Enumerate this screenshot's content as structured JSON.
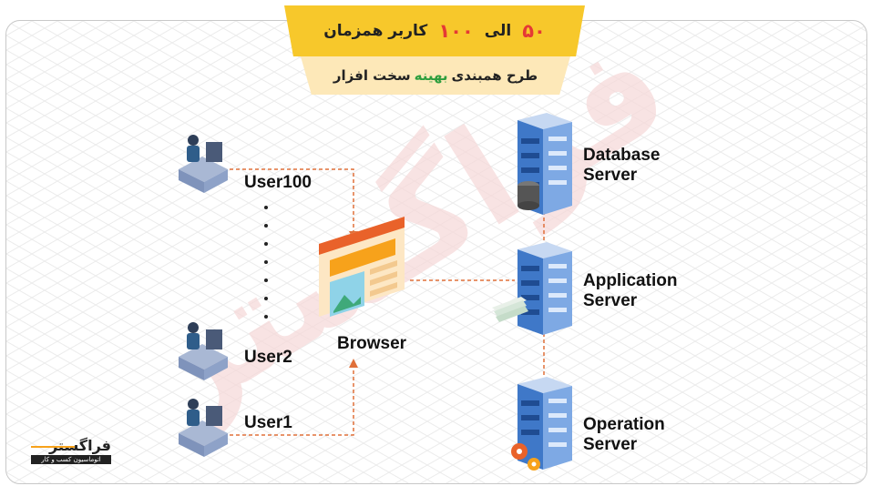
{
  "header": {
    "range_from": "۵۰",
    "connector": "الی",
    "range_to": "۱۰۰",
    "users_text": "کاربر همزمان",
    "subtitle_before": "طرح همبندی",
    "subtitle_highlight": "بهینه",
    "subtitle_after": "سخت افزار",
    "colors": {
      "banner": "#f7c82b",
      "subbanner": "#fde8b8",
      "number": "#e53935",
      "highlight": "#2e9e3e"
    }
  },
  "users": [
    {
      "label": "User100",
      "icon": "user-workstation-icon"
    },
    {
      "label": "User2",
      "icon": "user-workstation-icon"
    },
    {
      "label": "User1",
      "icon": "user-workstation-icon"
    }
  ],
  "browser": {
    "label": "Browser",
    "icon": "browser-window-icon"
  },
  "servers": [
    {
      "label_line1": "Database",
      "label_line2": "Server",
      "icon": "database-server-icon"
    },
    {
      "label_line1": "Application",
      "label_line2": "Server",
      "icon": "application-server-icon"
    },
    {
      "label_line1": "Operation",
      "label_line2": "Server",
      "icon": "operation-server-icon"
    }
  ],
  "connector_color": "#e0703a",
  "logo": {
    "name": "فراگستر",
    "tagline": "اتوماسیون کسب و کار",
    "accent": "#f7a21b"
  }
}
